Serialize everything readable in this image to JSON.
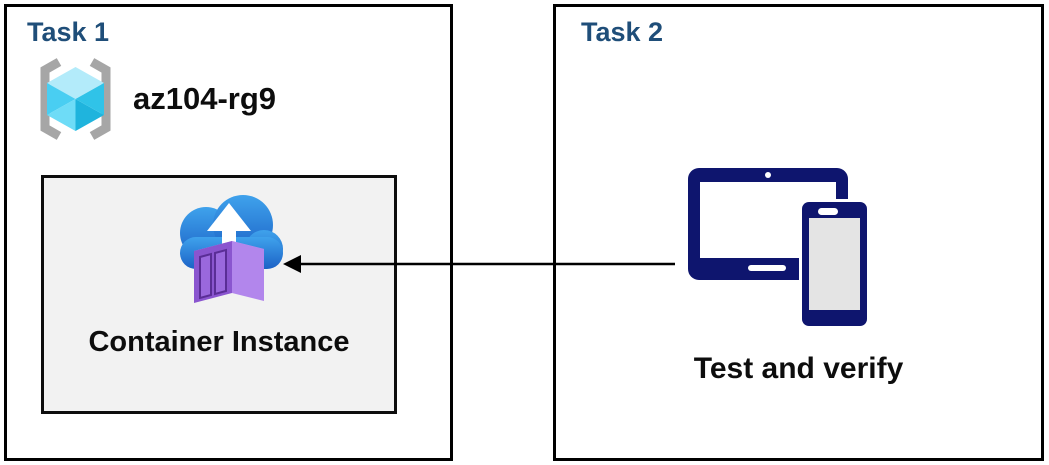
{
  "task1": {
    "title": "Task 1",
    "resource_group_name": "az104-rg9",
    "container_label": "Container Instance"
  },
  "task2": {
    "title": "Task 2",
    "caption": "Test and verify"
  },
  "arrow": {
    "direction": "left",
    "from": "devices-icon",
    "to": "container-instance-box"
  },
  "icons": {
    "resource_group": "brackets-around-cyan-cube",
    "container_instance": "blue-cloud-upload-arrow-purple-container",
    "devices": "tablet-and-phone",
    "connector": "left-arrow"
  },
  "colors": {
    "title_navy": "#1f4e79",
    "device_navy": "#0e156e",
    "inner_box_fill": "#f2f2f2",
    "cloud_blue_top": "#3fa2ec",
    "cloud_blue_bottom": "#1c62c6",
    "container_purple_front": "#8a55cf",
    "container_purple_side": "#b286ec",
    "cube_cyan": "#49cef2",
    "bracket_gray": "#a6a6a6",
    "arrow_black": "#000000"
  }
}
